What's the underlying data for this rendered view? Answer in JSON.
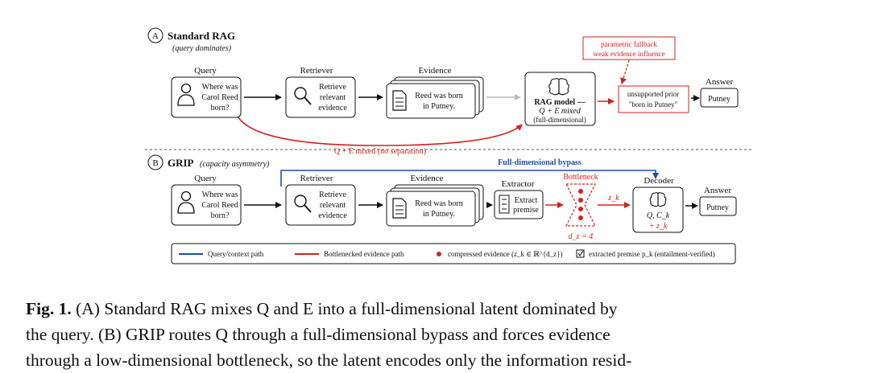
{
  "section_a": {
    "letter": "A",
    "title": "Standard RAG",
    "subtitle": "(query dominates)",
    "query_heading": "Query",
    "query_lines": [
      "Where was",
      "Carol Reed",
      "born?"
    ],
    "retriever_heading": "Retriever",
    "retriever_lines": [
      "Retrieve",
      "relevant",
      "evidence"
    ],
    "evidence_heading": "Evidence",
    "evidence_lines": [
      "Reed was born",
      "in Putney."
    ],
    "model_lines": [
      "RAG model —",
      "Q + E mixed",
      "(full-dimensional)"
    ],
    "mix_label": "Q + E mixed (no separation)",
    "fallback_lines": [
      "parametric fallback",
      "weak evidence influence"
    ],
    "prior_lines": [
      "unsupported prior",
      "\"born in Putney\""
    ],
    "answer_heading": "Answer",
    "answer": "Putney"
  },
  "section_b": {
    "letter": "B",
    "title": "GRIP",
    "subtitle": "(capacity asymmetry)",
    "bypass_label": "Full-dimensional bypass",
    "query_heading": "Query",
    "query_lines": [
      "Where was",
      "Carol Reed",
      "born?"
    ],
    "retriever_heading": "Retriever",
    "retriever_lines": [
      "Retrieve",
      "relevant",
      "evidence"
    ],
    "evidence_heading": "Evidence",
    "evidence_lines": [
      "Reed was born",
      "in Putney."
    ],
    "extractor_heading": "Extractor",
    "extractor_lines": [
      "Extract",
      "premise"
    ],
    "bottleneck_heading": "Bottleneck",
    "bottleneck_dim": "d_z = 4",
    "zk_label": "z_k",
    "decoder_heading": "Decoder",
    "decoder_lines": [
      "Q, C_k",
      "+ z_k"
    ],
    "answer_heading": "Answer",
    "answer": "Putney"
  },
  "legend": {
    "query_path": "Query/context path",
    "bottleneck_path": "Bottlenecked evidence path",
    "compressed": "compressed evidence (z_k ∈ ℝ^{d_z})",
    "premise": "extracted premise p_k (entailment-verified)"
  },
  "caption": {
    "label": "Fig. 1.",
    "lines": [
      "(A) Standard RAG mixes Q and E into a full-dimensional latent dominated by",
      "the query. (B) GRIP routes Q through a full-dimensional bypass and forces evidence",
      "through a low-dimensional bottleneck, so the latent encodes only the information resid-"
    ]
  },
  "colors": {
    "red": "#d62020",
    "blue": "#1f4fb5",
    "gray": "#bbbbbb"
  },
  "icons": [
    "person-icon",
    "magnifier-icon",
    "document-icon",
    "brain-icon",
    "checklist-icon",
    "checkbox-icon"
  ]
}
